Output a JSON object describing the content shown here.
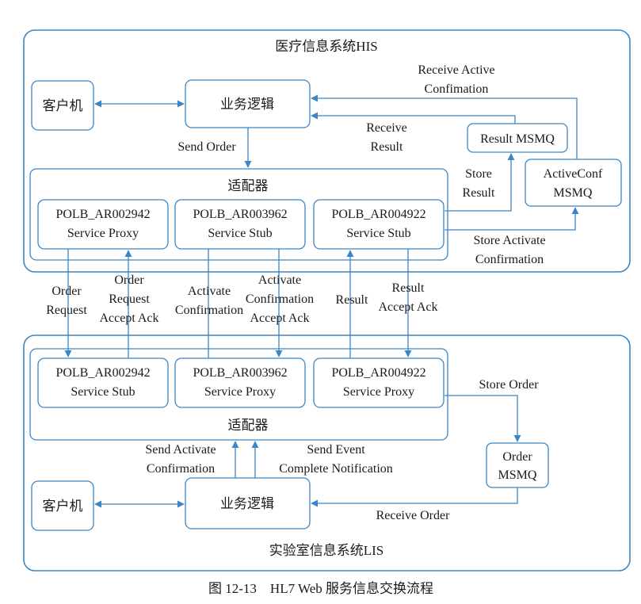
{
  "his": {
    "title": "医疗信息系统HIS",
    "client": "客户机",
    "logic": "业务逻辑",
    "adapter": "适配器",
    "proxy_a": {
      "line1": "POLB_AR002942",
      "line2": "Service Proxy"
    },
    "stub_b": {
      "line1": "POLB_AR003962",
      "line2": "Service Stub"
    },
    "stub_c": {
      "line1": "POLB_AR004922",
      "line2": "Service Stub"
    },
    "result_msmq": "Result MSMQ",
    "activeconf_msmq": {
      "line1": "ActiveConf",
      "line2": "MSMQ"
    }
  },
  "lis": {
    "title": "实验室信息系统LIS",
    "client": "客户机",
    "logic": "业务逻辑",
    "adapter": "适配器",
    "stub_a": {
      "line1": "POLB_AR002942",
      "line2": "Service Stub"
    },
    "proxy_b": {
      "line1": "POLB_AR003962",
      "line2": "Service Proxy"
    },
    "proxy_c": {
      "line1": "POLB_AR004922",
      "line2": "Service Proxy"
    },
    "order_msmq": {
      "line1": "Order",
      "line2": "MSMQ"
    }
  },
  "labels": {
    "receive_active": {
      "line1": "Receive Active",
      "line2": "Confimation"
    },
    "receive_result": {
      "line1": "Receive",
      "line2": "Result"
    },
    "send_order": "Send Order",
    "store_result": {
      "line1": "Store",
      "line2": "Result"
    },
    "store_activate": {
      "line1": "Store Activate",
      "line2": "Confirmation"
    },
    "order_request": {
      "line1": "Order",
      "line2": "Request"
    },
    "order_request_ack": {
      "line1": "Order",
      "line2": "Request",
      "line3": "Accept Ack"
    },
    "activate_conf": {
      "line1": "Activate",
      "line2": "Confirmation"
    },
    "activate_conf_ack": {
      "line1": "Activate",
      "line2": "Confirmation",
      "line3": "Accept Ack"
    },
    "result": "Result",
    "result_ack": {
      "line1": "Result",
      "line2": "Accept Ack"
    },
    "store_order": "Store Order",
    "send_activate": {
      "line1": "Send Activate",
      "line2": "Confirmation"
    },
    "send_event": {
      "line1": "Send Event",
      "line2": "Complete Notification"
    },
    "receive_order": "Receive Order"
  },
  "caption": "图 12-13    HL7 Web 服务信息交换流程",
  "colors": {
    "stroke": "#3b86c6",
    "text": "#1a1a1a",
    "background": "#ffffff"
  }
}
